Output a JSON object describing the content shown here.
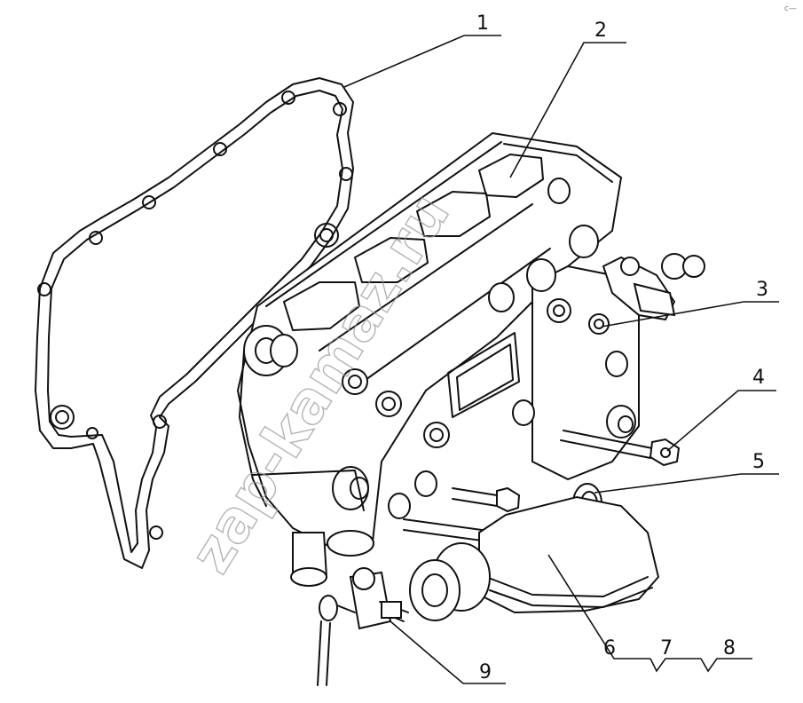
{
  "callouts": [
    {
      "id": "1",
      "label": "1"
    },
    {
      "id": "2",
      "label": "2"
    },
    {
      "id": "3",
      "label": "3"
    },
    {
      "id": "4",
      "label": "4"
    },
    {
      "id": "5",
      "label": "5"
    },
    {
      "id": "6",
      "label": "6"
    },
    {
      "id": "7",
      "label": "7"
    },
    {
      "id": "8",
      "label": "8"
    },
    {
      "id": "9",
      "label": "9"
    }
  ],
  "watermark": "zap-kamaz.ru",
  "corner_mark": "c—",
  "colors": {
    "line": "#111111",
    "background": "#ffffff",
    "watermark": "#9a9a9a"
  }
}
